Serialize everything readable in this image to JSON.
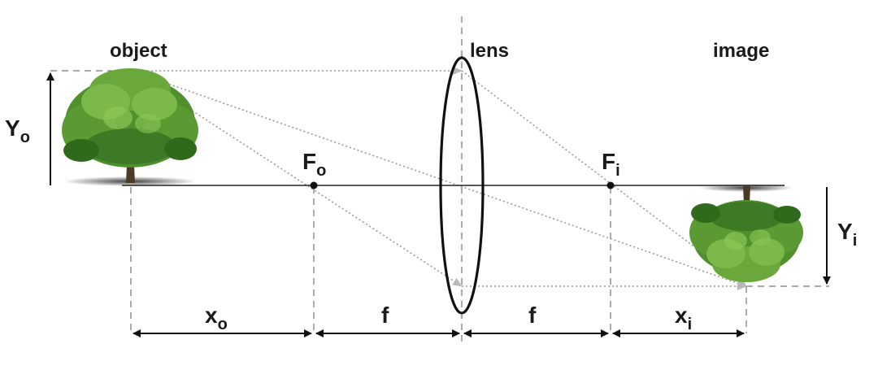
{
  "labels": {
    "object": "object",
    "lens": "lens",
    "image": "image"
  },
  "symbols": {
    "object_height": {
      "main": "Y",
      "sub": "o"
    },
    "image_height": {
      "main": "Y",
      "sub": "i"
    },
    "object_focus": {
      "main": "F",
      "sub": "o"
    },
    "image_focus": {
      "main": "F",
      "sub": "i"
    },
    "object_distance": {
      "main": "x",
      "sub": "o"
    },
    "focal_left": {
      "main": "f"
    },
    "focal_right": {
      "main": "f"
    },
    "image_distance": {
      "main": "x",
      "sub": "i"
    }
  },
  "colors": {
    "foliage": "#4f8f2c",
    "foliage_dark": "#2f6a1c",
    "foliage_light": "#7cb84a",
    "trunk": "#4a3a26",
    "ray": "#9a9a9a"
  }
}
